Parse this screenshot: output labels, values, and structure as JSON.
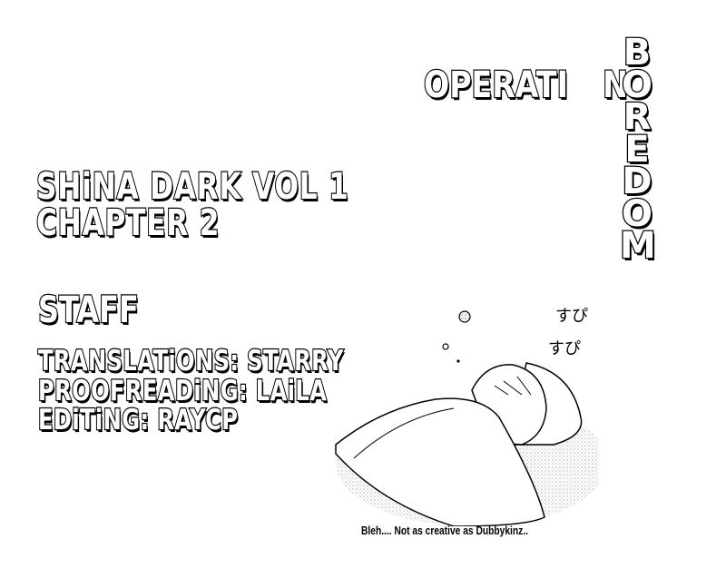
{
  "header": {
    "group_word": "OPERATI",
    "group_word_end": "N",
    "vertical_word": [
      "B",
      "O",
      "R",
      "E",
      "D",
      "O",
      "M"
    ]
  },
  "title": {
    "line1": "SHiNA DARK VOL 1",
    "line2": "CHAPTER 2"
  },
  "staff": {
    "heading": "STAFF",
    "credits": [
      "TRANSLATiONS: STARRY",
      "PROOFREADiNG: LAiLA",
      "EDiTiNG: RAYCP"
    ]
  },
  "illustration": {
    "sfx": [
      "すぴ",
      "すぴ"
    ],
    "caption": "Bleh.... Not as creative as Dubbykinz.."
  }
}
